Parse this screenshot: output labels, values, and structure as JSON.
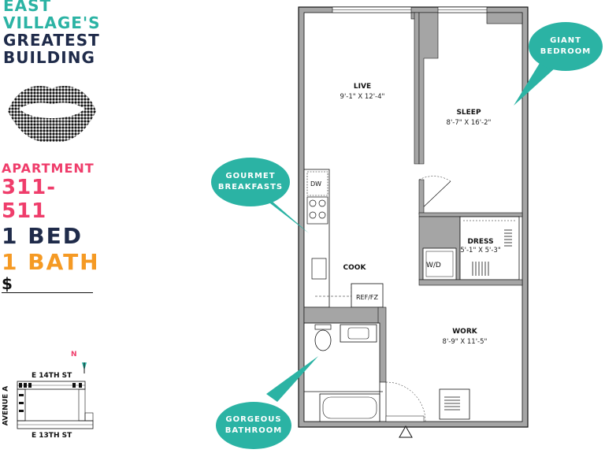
{
  "brand": {
    "line1": "EAST",
    "line2": "VILLAGE'S",
    "line3": "GREATEST",
    "line4": "BUILDING"
  },
  "apartment": {
    "label": "APARTMENT",
    "number": "311-511",
    "bed": "1 BED",
    "bath": "1 BATH",
    "price": "$"
  },
  "map": {
    "north": "N",
    "street_top": "E 14TH ST",
    "street_bottom": "E 13TH ST",
    "avenue": "AVENUE A"
  },
  "rooms": {
    "live": {
      "name": "LIVE",
      "dim": "9'-1\" X 12'-4\""
    },
    "sleep": {
      "name": "SLEEP",
      "dim": "8'-7\" X 16'-2\""
    },
    "dress": {
      "name": "DRESS",
      "dim": "5'-1\" X 5'-3\""
    },
    "work": {
      "name": "WORK",
      "dim": "8'-9\" X 11'-5\""
    },
    "cook": {
      "name": "COOK"
    },
    "dw": "DW",
    "wd": "W/D",
    "ref": "REF/FZ"
  },
  "callouts": {
    "bedroom": [
      "GIANT",
      "BEDROOM"
    ],
    "kitchen": [
      "GOURMET",
      "BREAKFASTS"
    ],
    "bath": [
      "GORGEOUS",
      "BATHROOM"
    ]
  },
  "colors": {
    "teal": "#2bb3a4",
    "pink": "#ef3d6b",
    "navy": "#1f2b4a",
    "orange": "#f59a24"
  }
}
